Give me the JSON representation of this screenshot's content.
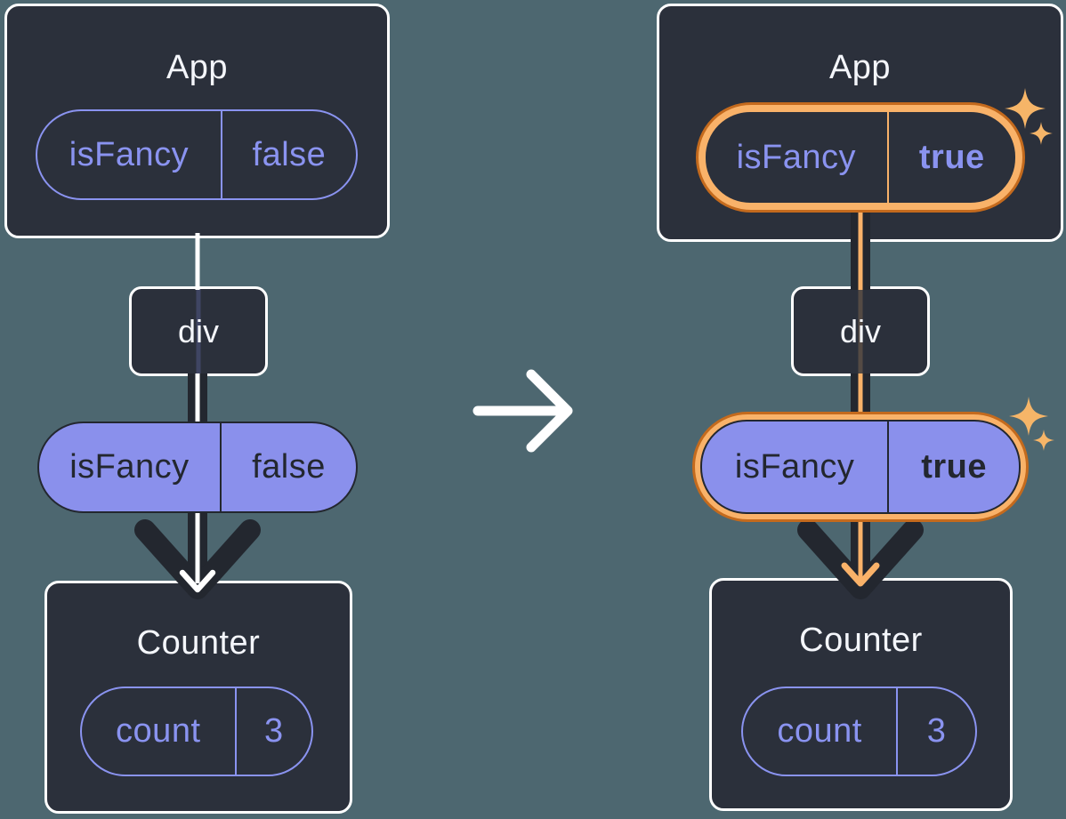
{
  "colors": {
    "background": "#4d6770",
    "card": "#2b303b",
    "card_border": "#ffffff",
    "purple_stroke": "#8a93f0",
    "purple_fill": "#8a90ec",
    "dark_stroke": "#23272f",
    "highlight_orange": "#f9b269",
    "highlight_orange_dark": "#c46a1d",
    "sparkle": "#f6b568",
    "arrow_white": "#ffffff"
  },
  "transition": {
    "icon": "right-arrow-icon"
  },
  "trees": [
    {
      "id": "before",
      "app": {
        "title": "App",
        "prop_name": "isFancy",
        "prop_value": "false"
      },
      "div": {
        "label": "div"
      },
      "passed_prop": {
        "name": "isFancy",
        "value": "false"
      },
      "counter": {
        "title": "Counter",
        "state_name": "count",
        "state_value": "3"
      }
    },
    {
      "id": "after",
      "app": {
        "title": "App",
        "prop_name": "isFancy",
        "prop_value": "true"
      },
      "div": {
        "label": "div"
      },
      "passed_prop": {
        "name": "isFancy",
        "value": "true"
      },
      "counter": {
        "title": "Counter",
        "state_name": "count",
        "state_value": "3"
      }
    }
  ]
}
